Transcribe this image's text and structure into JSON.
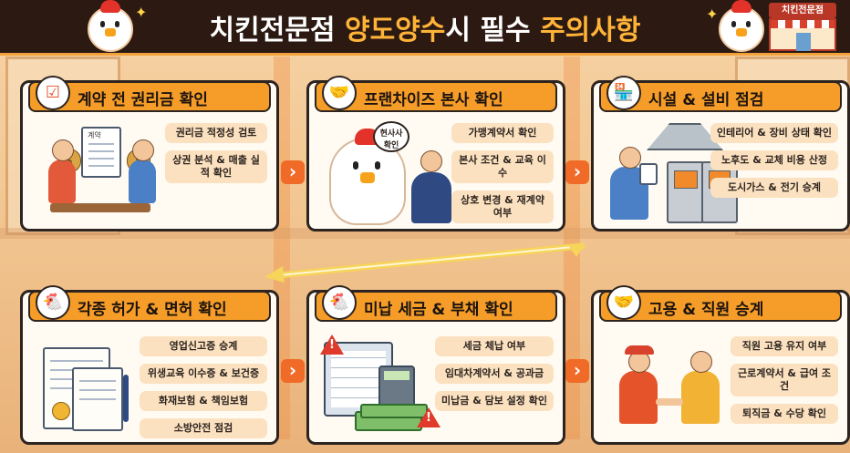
{
  "header": {
    "title_part1": "치킨전문점 ",
    "title_part2": "양도양수",
    "title_part3": "시 필수 ",
    "title_part4": "주의사항",
    "shop_sign": "치킨전문점",
    "title_color": "#ffffff",
    "accent_color": "#ffb338"
  },
  "colors": {
    "card_header": "#f59d28",
    "card_background": "#fffaf2",
    "item_background": "#fbe1bf",
    "arrow": "#f06a28",
    "header_background": "#2c1a12"
  },
  "cards": [
    {
      "title": "계약 전 권리금 확인",
      "icon": "clipboard-checklist-icon",
      "illustration_doc_label": "계약",
      "items": [
        "권리금 적정성 검토",
        "상권 분석 & 매출 실적 확인"
      ]
    },
    {
      "title": "프랜차이즈 본사 확인",
      "icon": "handshake-icon",
      "illustration_bubble": "현사사 확인",
      "items": [
        "가맹계약서 확인",
        "본사 조건 & 교육 이수",
        "상호 변경 & 재계약 여부"
      ]
    },
    {
      "title": "시설 & 설비 점검",
      "icon": "storefront-icon",
      "items": [
        "인테리어 & 장비 상태 확인",
        "노후도 & 교체 비용 산정",
        "도시가스 & 전기 승계"
      ]
    },
    {
      "title": "각종 허가 & 면허 확인",
      "icon": "chick-icon",
      "items": [
        "영업신고증 승계",
        "위생교육 이수증 & 보건증",
        "화재보험 & 책임보험",
        "소방안전 점검"
      ]
    },
    {
      "title": "미납 세금 & 부채 확인",
      "icon": "chick-icon",
      "items": [
        "세금 체납 여부",
        "임대차계약서 & 공과금",
        "미납금 & 담보 설정 확인"
      ]
    },
    {
      "title": "고용 & 직원 승계",
      "icon": "handshake-icon",
      "items": [
        "직원 고용 유지 여부",
        "근로계약서 & 급여 조건",
        "퇴직금 & 수당 확인"
      ]
    }
  ],
  "arrow_glyph": "›"
}
